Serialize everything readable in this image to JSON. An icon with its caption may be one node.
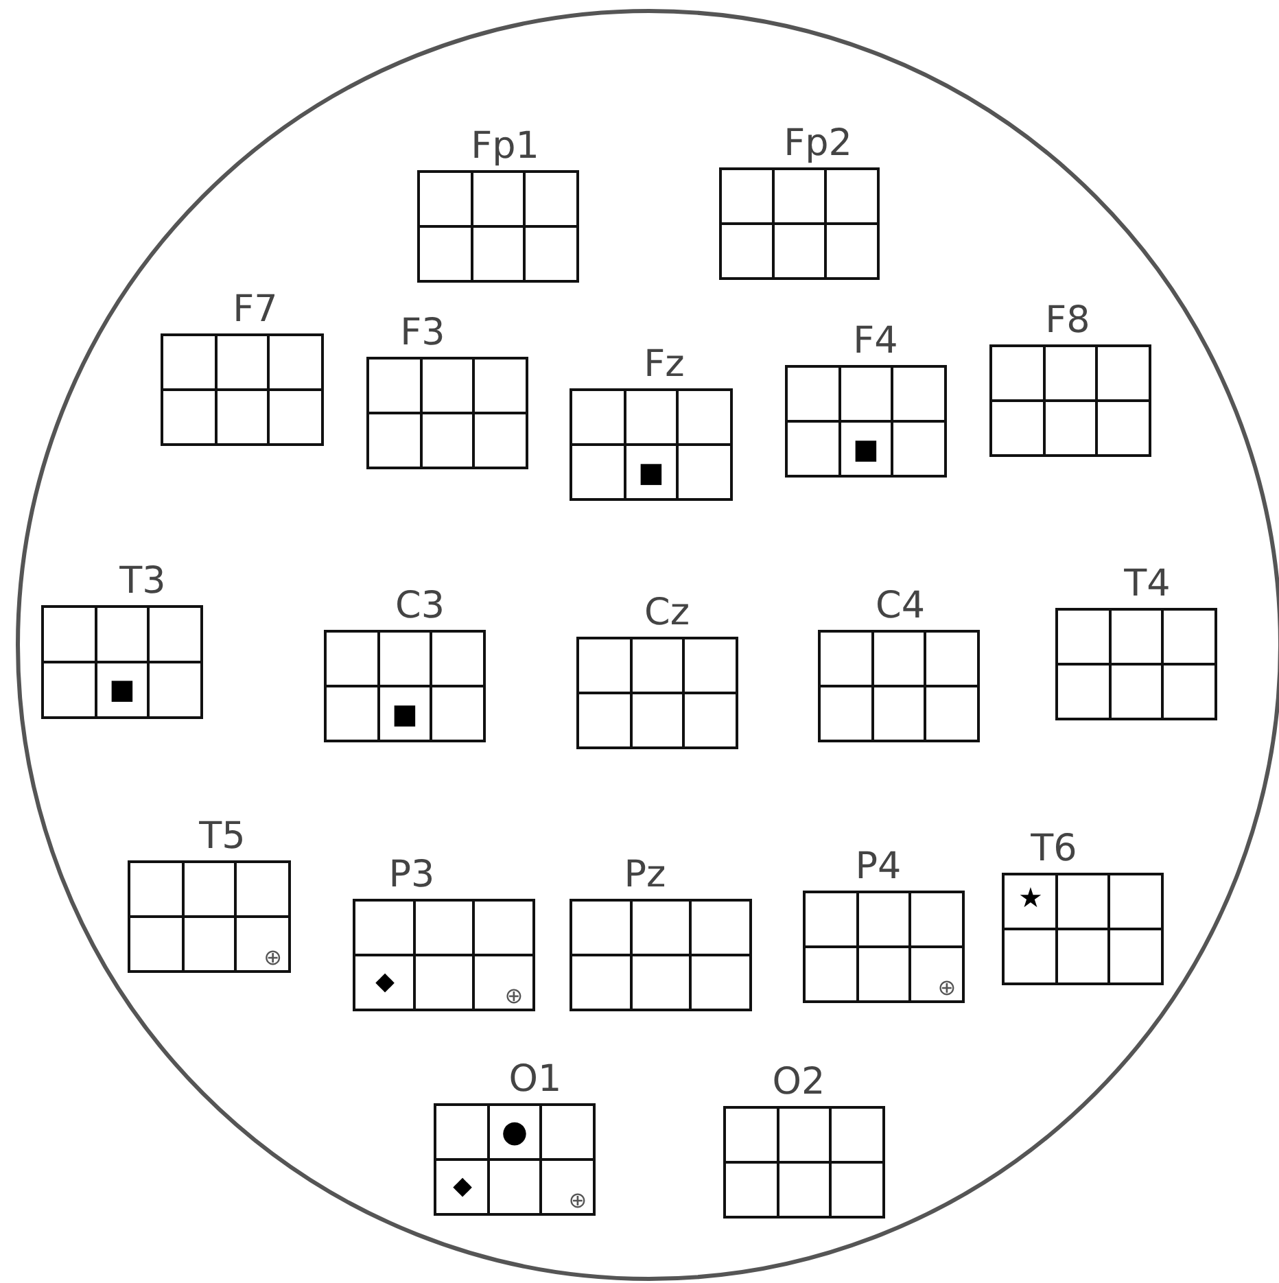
{
  "diagram": {
    "nodes": [
      {
        "text": [
          "Fp1"
        ]
      },
      {
        "text": [
          "Fp2"
        ]
      },
      {
        "text": [
          "F7"
        ]
      },
      {
        "text": [
          "F3"
        ]
      },
      {
        "text": [
          "Fz",
          "■"
        ]
      },
      {
        "text": [
          "F4",
          "■"
        ]
      },
      {
        "text": [
          "F8"
        ]
      },
      {
        "text": [
          "T3",
          "■"
        ]
      },
      {
        "text": [
          "C3",
          "■"
        ]
      },
      {
        "text": [
          "Cz"
        ]
      },
      {
        "text": [
          "C4"
        ]
      },
      {
        "text": [
          "T4"
        ]
      },
      {
        "text": [
          "T5",
          "⊕"
        ]
      },
      {
        "text": [
          "P3",
          "◆",
          "⊕"
        ]
      },
      {
        "text": [
          "Pz"
        ]
      },
      {
        "text": [
          "P4",
          "⊕"
        ]
      },
      {
        "text": [
          "T6",
          "★"
        ]
      },
      {
        "text": [
          "O1",
          "●",
          "◆",
          "⊕"
        ]
      },
      {
        "text": [
          "O2"
        ]
      }
    ]
  }
}
